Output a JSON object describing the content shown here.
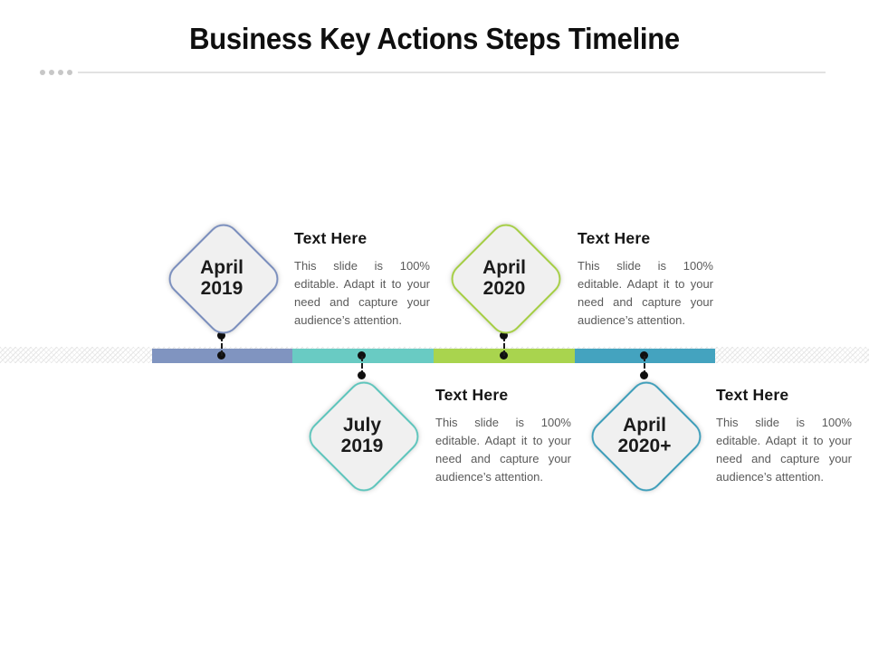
{
  "slide": {
    "title": "Business Key Actions Steps Timeline",
    "background": "#ffffff"
  },
  "decor": {
    "underline_dot_count": 4,
    "dot_color": "#c7c7c7",
    "line_color": "#e2e2e2",
    "hatch_color": "#e6e6e6"
  },
  "timeline": {
    "node_dot_color": "#101010",
    "connector_style": "dashed"
  },
  "milestones": [
    {
      "date_line1": "April",
      "date_line2": "2019",
      "position": "above",
      "segment_color": "#8094c0",
      "diamond_border": "#7a8ebd",
      "heading": "Text Here",
      "body": "This slide is 100% editable. Adapt it to your need and capture your audience’s attention."
    },
    {
      "date_line1": "July",
      "date_line2": "2019",
      "position": "below",
      "segment_color": "#69cbc3",
      "diamond_border": "#5ec5bc",
      "heading": "Text Here",
      "body": "This slide is 100% editable. Adapt it to your need and capture your audience’s attention."
    },
    {
      "date_line1": "April",
      "date_line2": "2020",
      "position": "above",
      "segment_color": "#a9d44e",
      "diamond_border": "#a5ce44",
      "heading": "Text Here",
      "body": "This slide is 100% editable. Adapt it to your need and capture your audience’s attention."
    },
    {
      "date_line1": "April",
      "date_line2": "2020+",
      "position": "below",
      "segment_color": "#44a3bf",
      "diamond_border": "#3e9eba",
      "heading": "Text Here",
      "body": "This slide is 100% editable. Adapt it to your need and capture your audience’s attention."
    }
  ]
}
